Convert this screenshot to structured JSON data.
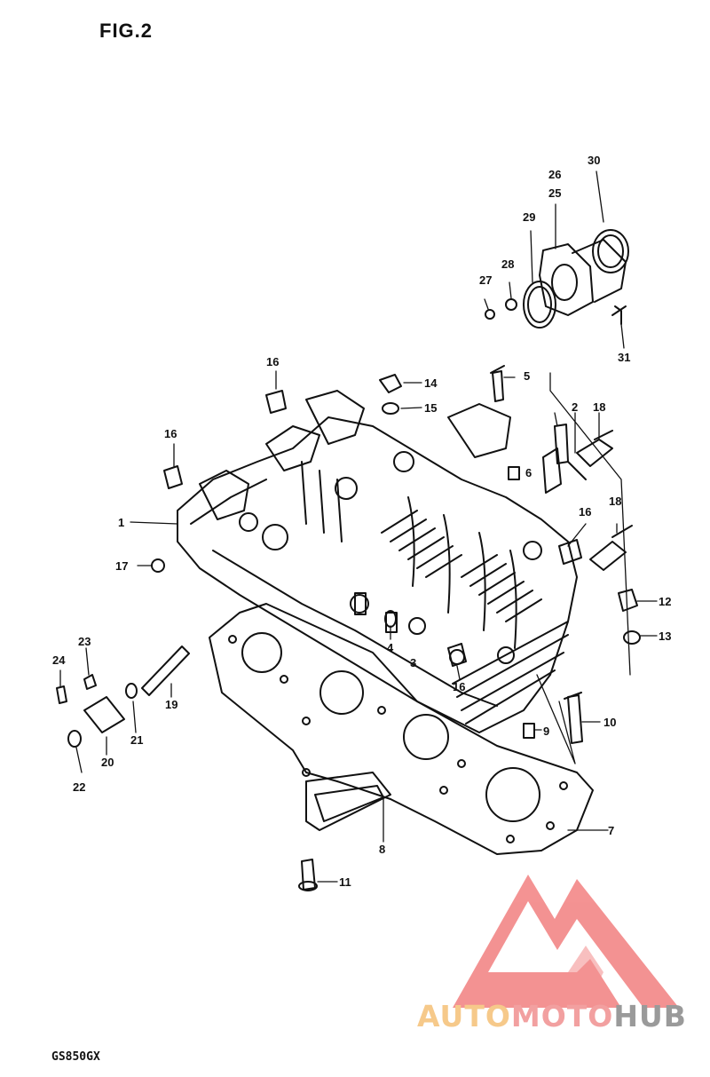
{
  "figure": {
    "title": "FIG.2",
    "model": "GS850GX"
  },
  "callouts": [
    "1",
    "2",
    "3",
    "4",
    "5",
    "6",
    "7",
    "8",
    "9",
    "10",
    "11",
    "12",
    "13",
    "14",
    "15",
    "16",
    "17",
    "18",
    "19",
    "20",
    "21",
    "22",
    "23",
    "24",
    "25",
    "26",
    "27",
    "28",
    "29",
    "30",
    "31"
  ],
  "labels": {
    "l1": "1",
    "l2": "2",
    "l3": "3",
    "l4": "4",
    "l5": "5",
    "l6": "6",
    "l7": "7",
    "l8": "8",
    "l9": "9",
    "l10": "10",
    "l11": "11",
    "l12": "12",
    "l13": "13",
    "l14": "14",
    "l15": "15",
    "l16a": "16",
    "l16b": "16",
    "l16c": "16",
    "l16d": "16",
    "l17": "17",
    "l18a": "18",
    "l18b": "18",
    "l19": "19",
    "l20": "20",
    "l21": "21",
    "l22": "22",
    "l23": "23",
    "l24": "24",
    "l25": "25",
    "l26": "26",
    "l27": "27",
    "l28": "28",
    "l29": "29",
    "l30": "30",
    "l31": "31"
  },
  "watermark": {
    "part1": "AUTO",
    "part2": "MOTO",
    "part3": "HUB"
  },
  "colors": {
    "ink": "#111111",
    "watermark_red": "#f28080",
    "watermark_orange": "#f6c98a",
    "watermark_gray": "#9a9a9a"
  }
}
